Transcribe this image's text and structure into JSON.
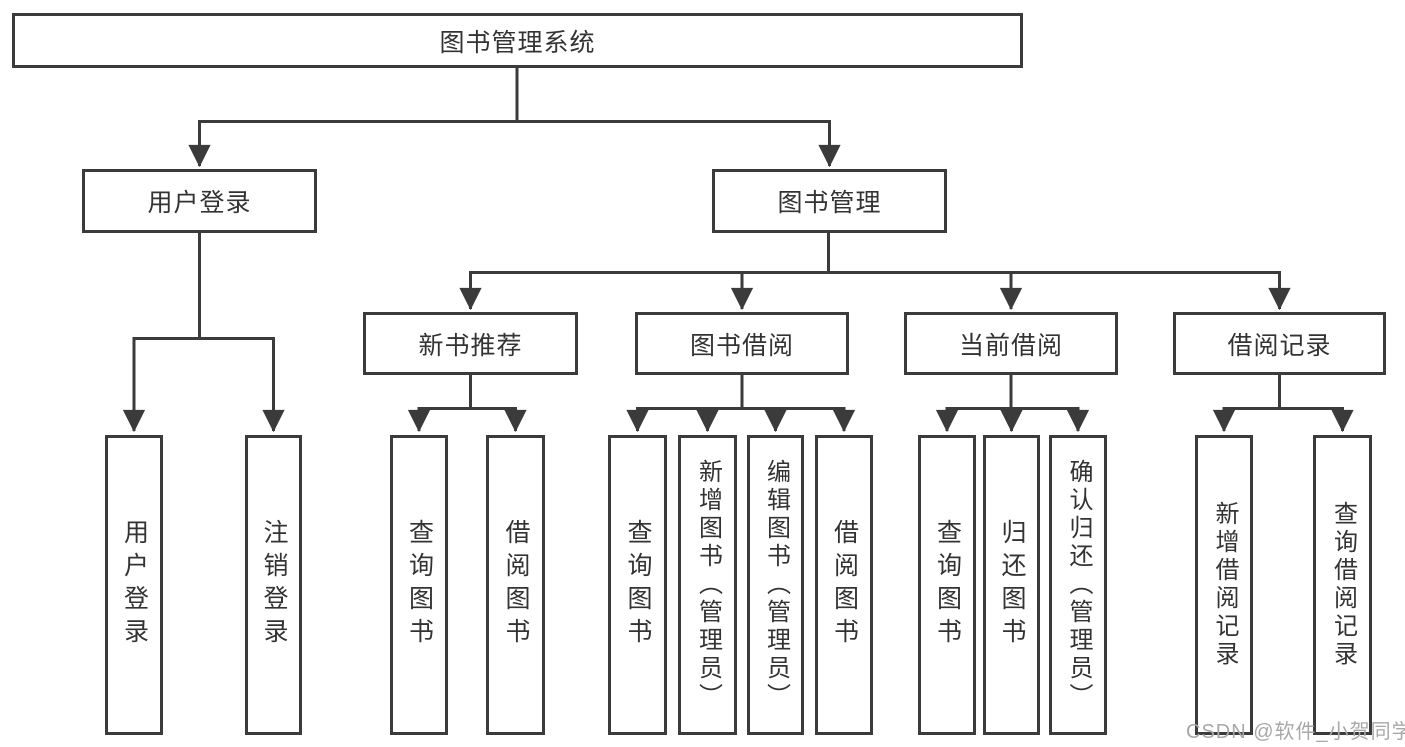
{
  "diagram": {
    "root": "图书管理系统",
    "branches": {
      "user_login": "用户登录",
      "book_mgmt": "图书管理"
    },
    "modules": {
      "new_book_rec": "新书推荐",
      "book_borrow": "图书借阅",
      "current_borrow": "当前借阅",
      "borrow_records": "借阅记录"
    },
    "leaves": {
      "user_login": "用户登录",
      "logout": "注销登录",
      "rec_query_books": "查询图书",
      "rec_borrow_books": "借阅图书",
      "bb_query_books": "查询图书",
      "bb_add_books": "新增图书（管理员）",
      "bb_edit_books": "编辑图书（管理员）",
      "bb_borrow_books": "借阅图书",
      "cb_query_books": "查询图书",
      "cb_return_books": "归还图书",
      "cb_confirm_return": "确认归还（管理员）",
      "br_add_record": "新增借阅记录",
      "br_query_record": "查询借阅记录"
    }
  },
  "watermark": "CSDN @软件_小贺同学",
  "colors": {
    "line": "#3b3b3b",
    "box_border": "#3b3b3b",
    "box_background": "#ffffff",
    "text": "#333333",
    "watermark": "#a8a8a8",
    "page_background": "#ffffff"
  }
}
